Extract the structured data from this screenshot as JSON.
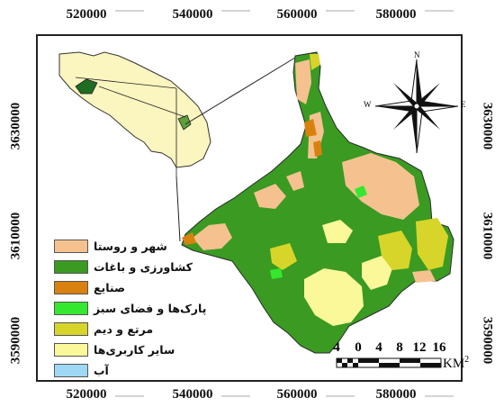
{
  "coordinates": {
    "top": [
      "520000",
      "540000",
      "560000",
      "580000"
    ],
    "bottom": [
      "520000",
      "540000",
      "560000",
      "580000"
    ],
    "left": [
      "3630000",
      "3610000",
      "3590000"
    ],
    "right": [
      "3630000",
      "3610000",
      "3590000"
    ]
  },
  "legend": [
    {
      "label": "شهر و روستا",
      "color": "#f5c28f"
    },
    {
      "label": "کشاورزی و باغات",
      "color": "#3a9a22"
    },
    {
      "label": "صنایع",
      "color": "#d9810f"
    },
    {
      "label": "پارک‌ها و فضای سبز",
      "color": "#33e82e"
    },
    {
      "label": "مرتع و دیم",
      "color": "#d7d52a"
    },
    {
      "label": "سایر کاربری‌ها",
      "color": "#fbf89a"
    },
    {
      "label": "آب",
      "color": "#9fd8f4"
    }
  ],
  "north_arrow": {
    "n": "N",
    "e": "E",
    "w": "W"
  },
  "scale_bar": {
    "labels": [
      "4",
      "0",
      "4",
      "8",
      "12",
      "16"
    ],
    "unit": "KM",
    "unit_power": "2"
  }
}
